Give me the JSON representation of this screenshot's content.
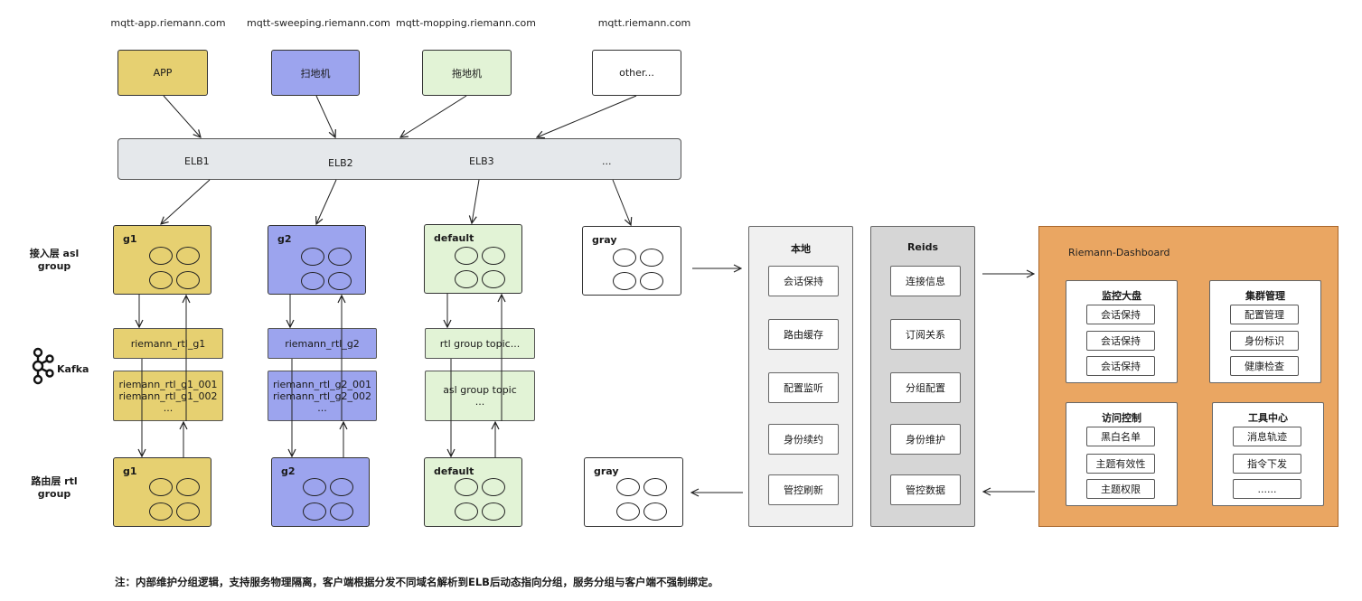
{
  "clients": [
    {
      "domain": "mqtt-app.riemann.com",
      "label": "APP",
      "color": "#e6d071"
    },
    {
      "domain": "mqtt-sweeping.riemann.com",
      "label": "扫地机",
      "color": "#9ca4ee"
    },
    {
      "domain": "mqtt-mopping.riemann.com",
      "label": "拖地机",
      "color": "#e2f3d6"
    },
    {
      "domain": "mqtt.riemann.com",
      "label": "other...",
      "color": "#ffffff"
    }
  ],
  "elb": {
    "items": [
      "ELB1",
      "ELB2",
      "ELB3",
      "..."
    ]
  },
  "row_labels": {
    "access": "接入层 asl group",
    "kafka": "Kafka",
    "routing": "路由层 rtl group"
  },
  "access_groups": [
    {
      "name": "g1"
    },
    {
      "name": "g2"
    },
    {
      "name": "default"
    },
    {
      "name": "gray"
    }
  ],
  "kafka_topics": [
    {
      "group_topic": "riemann_rtl_g1",
      "lines": [
        "riemann_rtl_g1_001",
        "riemann_rtl_g1_002",
        "..."
      ]
    },
    {
      "group_topic": "riemann_rtl_g2",
      "lines": [
        "riemann_rtl_g2_001",
        "riemann_rtl_g2_002",
        "..."
      ]
    },
    {
      "group_topic": "rtl group topic...",
      "lines": [
        "asl group topic",
        "..."
      ]
    }
  ],
  "routing_groups": [
    {
      "name": "g1"
    },
    {
      "name": "g2"
    },
    {
      "name": "default"
    },
    {
      "name": "gray"
    }
  ],
  "local_panel": {
    "title": "本地",
    "items": [
      "会话保持",
      "路由缓存",
      "配置监听",
      "身份续约",
      "管控刷新"
    ]
  },
  "redis_panel": {
    "title": "Reids",
    "items": [
      "连接信息",
      "订阅关系",
      "分组配置",
      "身份维护",
      "管控数据"
    ]
  },
  "dashboard": {
    "title": "Riemann-Dashboard",
    "cards": [
      {
        "title": "监控大盘",
        "items": [
          "会话保持",
          "会话保持",
          "会话保持"
        ]
      },
      {
        "title": "集群管理",
        "items": [
          "配置管理",
          "身份标识",
          "健康检查"
        ]
      },
      {
        "title": "访问控制",
        "items": [
          "黑白名单",
          "主题有效性",
          "主题权限"
        ]
      },
      {
        "title": "工具中心",
        "items": [
          "消息轨迹",
          "指令下发",
          "......"
        ]
      }
    ]
  },
  "note": "注：内部维护分组逻辑，支持服务物理隔离，客户端根据分发不同域名解析到ELB后动态指向分组，服务分组与客户端不强制绑定。",
  "colors": {
    "yellow": "#e6d071",
    "blue": "#9ca4ee",
    "green": "#e2f3d6",
    "elb": "#e5e8eb",
    "panel": "#f0f0f0",
    "redis": "#d6d6d6",
    "dashboard": "#eaa662"
  }
}
